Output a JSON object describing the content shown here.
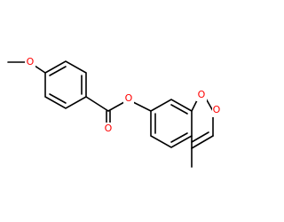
{
  "structure": {
    "atoms": [
      {
        "symbol": "O",
        "color": "#ff0000"
      },
      {
        "symbol": "O",
        "color": "#ff0000"
      },
      {
        "symbol": "O",
        "color": "#ff0000"
      },
      {
        "symbol": "O",
        "color": "#ff0000"
      },
      {
        "symbol": "O",
        "color": "#ff0000"
      }
    ],
    "bond_color": "#000000",
    "background": "#ffffff"
  }
}
